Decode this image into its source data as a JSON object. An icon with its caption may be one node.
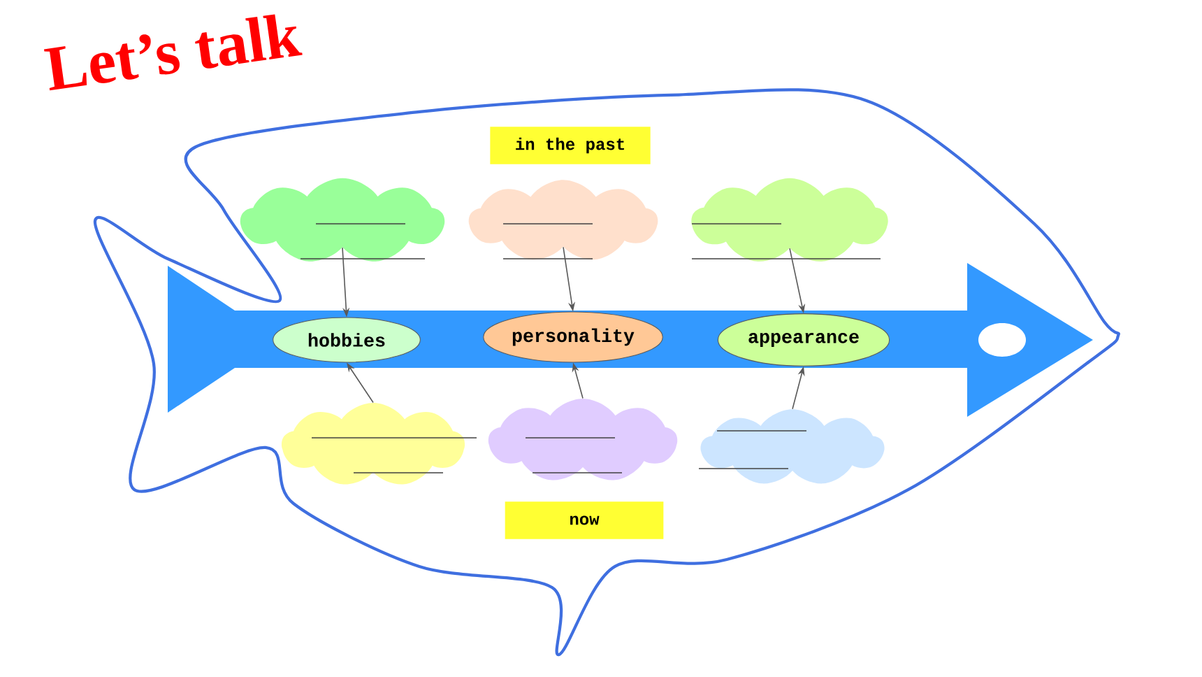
{
  "diagram": {
    "title": "Let’s talk",
    "nodes": [
      {
        "text": [
          "in the past"
        ]
      },
      {
        "text": [],
        "shape": "cloud"
      },
      {
        "text": [],
        "shape": "cloud"
      },
      {
        "text": [],
        "shape": "cloud"
      },
      {
        "text": [
          "hobbies"
        ]
      },
      {
        "text": [
          "personality"
        ]
      },
      {
        "text": [
          "appearance"
        ]
      },
      {
        "text": [],
        "shape": "cloud"
      },
      {
        "text": [],
        "shape": "cloud"
      },
      {
        "text": [],
        "shape": "cloud"
      },
      {
        "text": [
          "now"
        ]
      }
    ],
    "edges": [
      {
        "from": 1,
        "to": 4,
        "arrow": "to"
      },
      {
        "from": 2,
        "to": 5,
        "arrow": "to"
      },
      {
        "from": 3,
        "to": 6,
        "arrow": "to"
      },
      {
        "from": 7,
        "to": 4,
        "arrow": "to"
      },
      {
        "from": 8,
        "to": 5,
        "arrow": "to"
      },
      {
        "from": 9,
        "to": 6,
        "arrow": "to"
      }
    ]
  }
}
